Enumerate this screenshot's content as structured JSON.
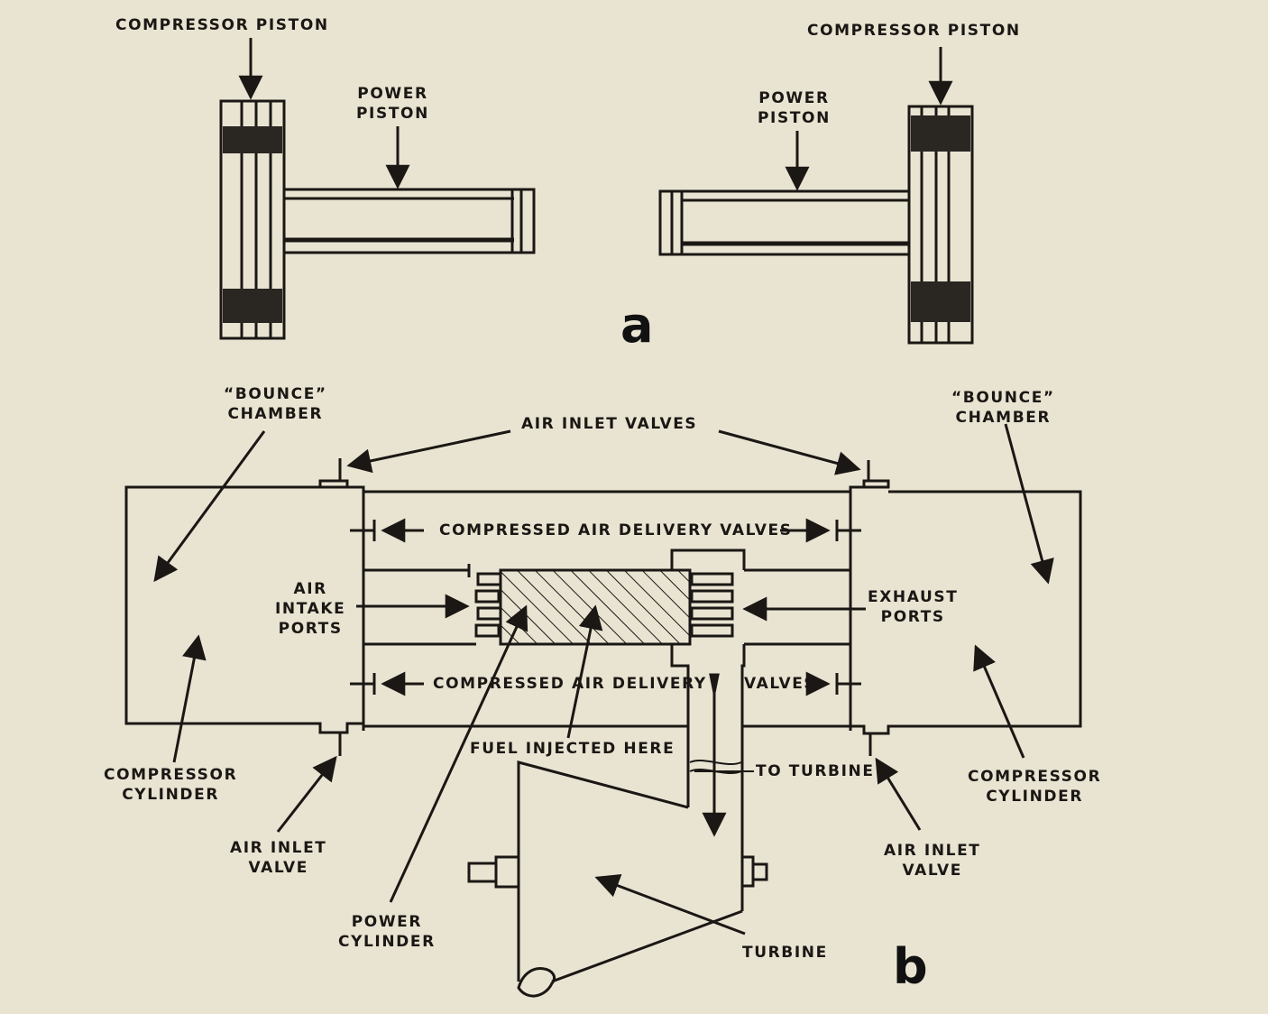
{
  "part_a": {
    "letter": "a",
    "left_compressor_piston": "COMPRESSOR PISTON",
    "left_power_piston": [
      "POWER",
      "PISTON"
    ],
    "right_compressor_piston": "COMPRESSOR PISTON",
    "right_power_piston": [
      "POWER",
      "PISTON"
    ]
  },
  "part_b": {
    "letter": "b",
    "bounce_left": [
      "“BOUNCE”",
      "CHAMBER"
    ],
    "bounce_right": [
      "“BOUNCE”",
      "CHAMBER"
    ],
    "air_inlet_valves": "AIR INLET VALVES",
    "compressed_air_delivery_valves": "COMPRESSED AIR DELIVERY VALVES",
    "air_intake_ports": [
      "AIR",
      "INTAKE",
      "PORTS"
    ],
    "exhaust_ports": [
      "EXHAUST",
      "PORTS"
    ],
    "compressed_air_delivery": "COMPRESSED AIR DELIVERY",
    "valves": "VALVES",
    "fuel_injected_here": "FUEL INJECTED HERE",
    "to_turbine": "TO TURBINE",
    "compressor_cylinder_left": [
      "COMPRESSOR",
      "CYLINDER"
    ],
    "compressor_cylinder_right": [
      "COMPRESSOR",
      "CYLINDER"
    ],
    "air_inlet_valve_left": [
      "AIR INLET",
      "VALVE"
    ],
    "air_inlet_valve_right": [
      "AIR INLET",
      "VALVE"
    ],
    "power_cylinder": [
      "POWER",
      "CYLINDER"
    ],
    "turbine": "TURBINE"
  },
  "colors": {
    "paper": "#e9e4d2",
    "ink": "#1a1714"
  }
}
